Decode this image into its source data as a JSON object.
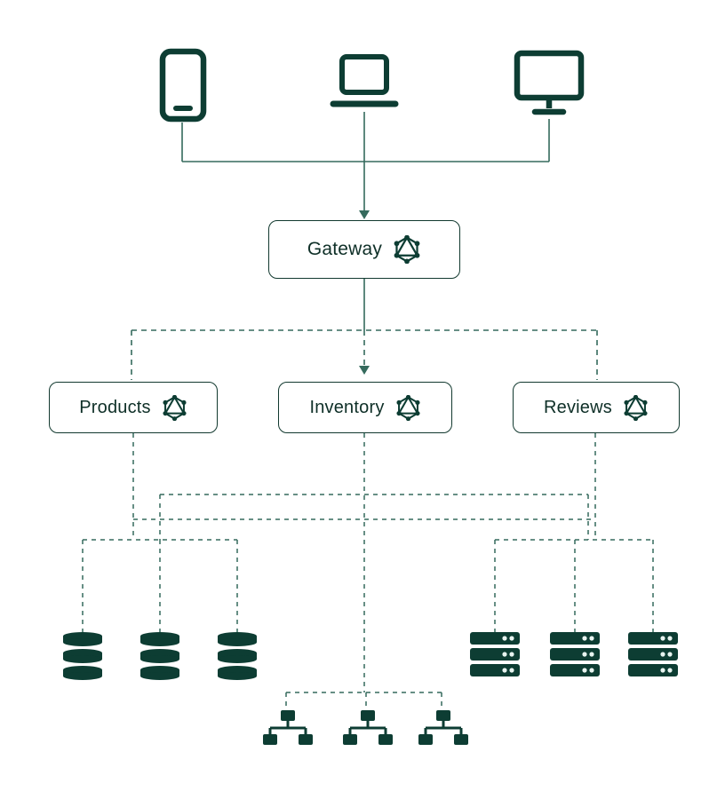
{
  "diagram": {
    "type": "graphql-federation-architecture",
    "clients": [
      {
        "name": "tablet",
        "icon": "tablet-icon"
      },
      {
        "name": "laptop",
        "icon": "laptop-icon"
      },
      {
        "name": "desktop",
        "icon": "desktop-icon"
      }
    ],
    "gateway": {
      "label": "Gateway",
      "icon": "graphql-icon"
    },
    "services": [
      {
        "label": "Products",
        "icon": "graphql-icon"
      },
      {
        "label": "Inventory",
        "icon": "graphql-icon"
      },
      {
        "label": "Reviews",
        "icon": "graphql-icon"
      }
    ],
    "resources": {
      "databases": {
        "count": 3,
        "icon": "database-icon",
        "connected_to": "Products"
      },
      "servers": {
        "count": 3,
        "icon": "server-icon",
        "connected_to": "Reviews"
      },
      "networks": {
        "count": 3,
        "icon": "network-icon",
        "connected_to": "Inventory"
      }
    },
    "colors": {
      "primary": "#0D3D33",
      "line": "#356A5D",
      "node_background": "#FFFFFF"
    }
  }
}
